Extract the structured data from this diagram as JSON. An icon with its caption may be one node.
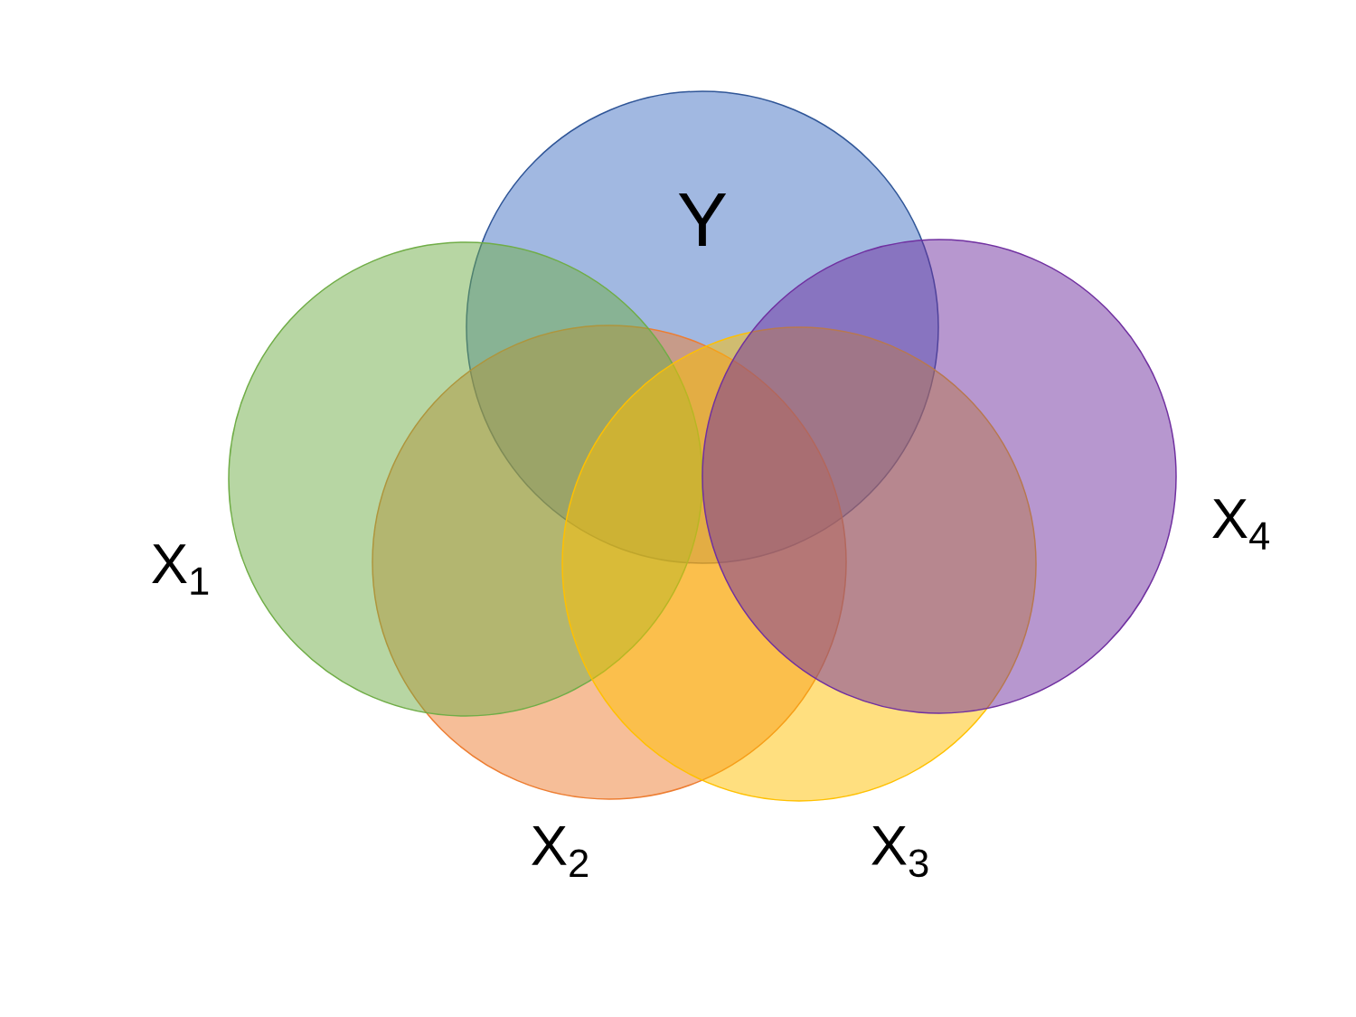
{
  "diagram": {
    "nodes": [
      {
        "text": [
          "Y"
        ]
      },
      {
        "text": [
          "X$_{1}$"
        ]
      },
      {
        "text": [
          "X$_{2}$"
        ]
      },
      {
        "text": [
          "X$_{3}$"
        ]
      },
      {
        "text": [
          "X$_{4}$"
        ]
      }
    ]
  }
}
